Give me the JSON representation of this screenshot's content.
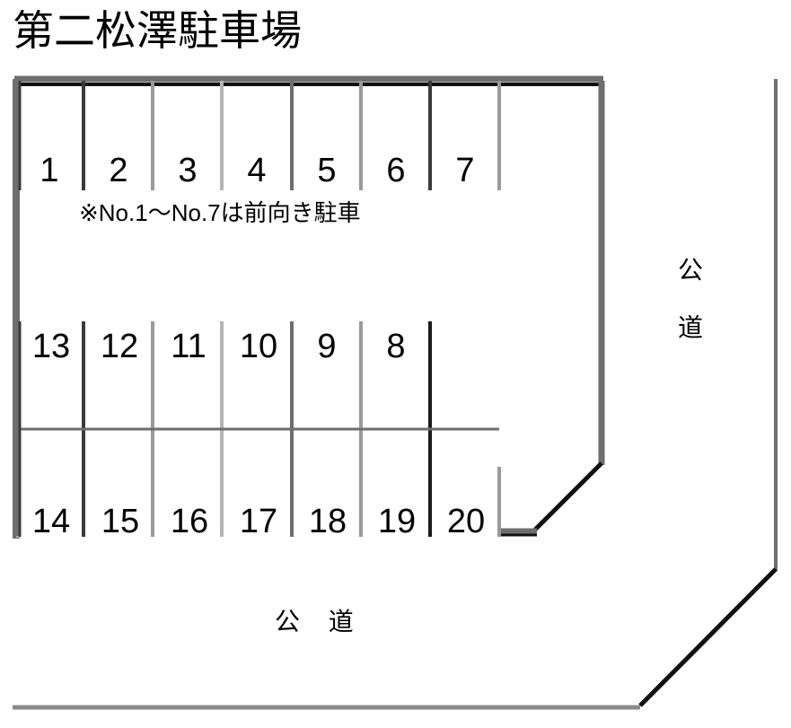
{
  "title": "第二松澤駐車場",
  "note": "※No.1〜No.7は前向き駐車",
  "roads": {
    "right_label": "公道",
    "bottom_label": "公 道"
  },
  "rows": {
    "top": {
      "stalls": [
        "1",
        "2",
        "3",
        "4",
        "5",
        "6",
        "7"
      ]
    },
    "middle": {
      "stalls": [
        "13",
        "12",
        "11",
        "10",
        "9",
        "8"
      ]
    },
    "bottom": {
      "stalls": [
        "14",
        "15",
        "16",
        "17",
        "18",
        "19",
        "20"
      ]
    }
  },
  "stalls": {
    "s1": "1",
    "s2": "2",
    "s3": "3",
    "s4": "4",
    "s5": "5",
    "s6": "6",
    "s7": "7",
    "s13": "13",
    "s12": "12",
    "s11": "11",
    "s10": "10",
    "s9": "9",
    "s8": "8",
    "s14": "14",
    "s15": "15",
    "s16": "16",
    "s17": "17",
    "s18": "18",
    "s19": "19",
    "s20": "20"
  },
  "colors": {
    "line_dark": "#1a1a1a",
    "line_gray": "#808080",
    "line_mid": "#555555",
    "background": "#ffffff",
    "text": "#000000"
  }
}
